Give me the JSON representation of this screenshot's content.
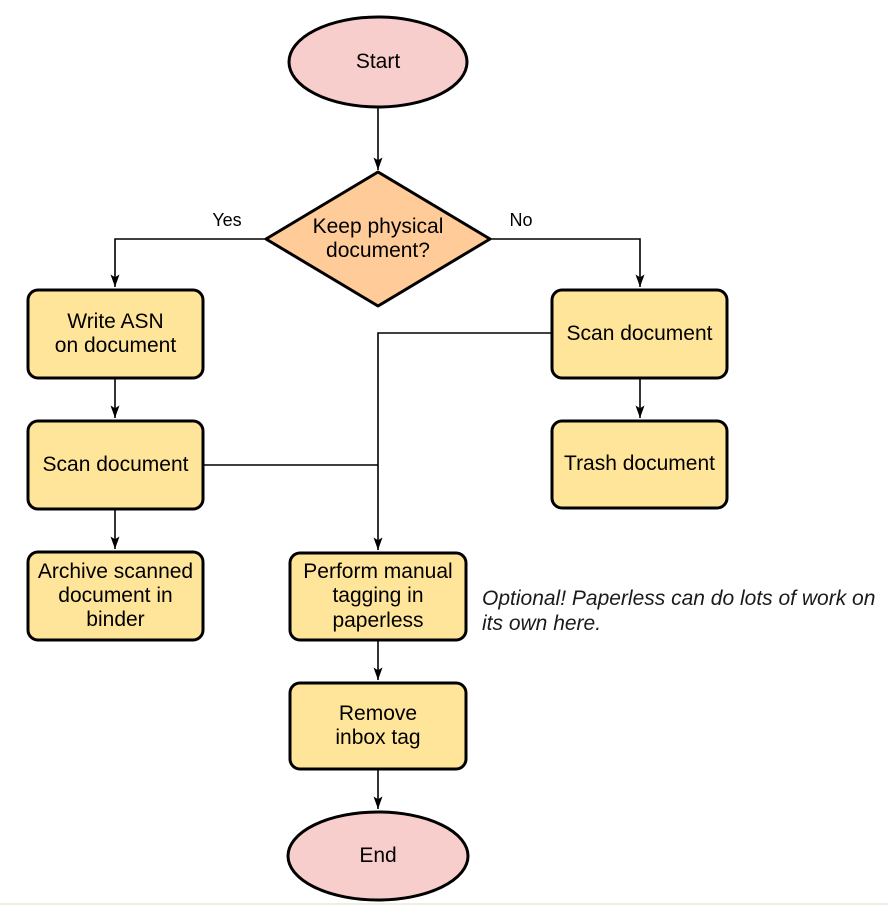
{
  "flowchart": {
    "nodes": {
      "start": "Start",
      "decision": "Keep physical\ndocument?",
      "write_asn": "Write ASN\non document",
      "scan_left": "Scan document",
      "archive": "Archive scanned\ndocument in\nbinder",
      "scan_right": "Scan document",
      "trash": "Trash document",
      "tagging": "Perform manual\ntagging in\npaperless",
      "remove_inbox": "Remove\ninbox tag",
      "end": "End"
    },
    "edge_labels": {
      "yes": "Yes",
      "no": "No"
    },
    "note": "Optional! Paperless can do lots of work on\nits own here.",
    "colors": {
      "terminal_fill": "#f8cecc",
      "decision_fill": "#ffcc99",
      "process_fill": "#ffe599",
      "stroke": "#000000"
    }
  }
}
